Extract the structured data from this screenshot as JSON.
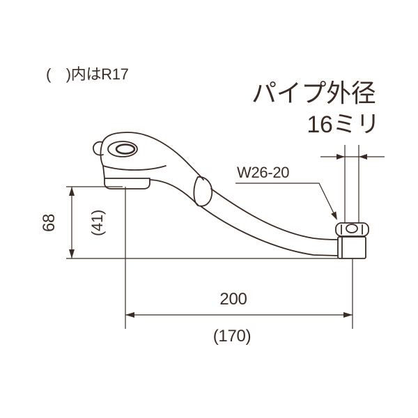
{
  "note": "(　)内はR17",
  "pipe": {
    "label": "パイプ外径",
    "value": "16ミリ"
  },
  "thread_label": "W26-20",
  "dimensions": {
    "height": "68",
    "height_r17": "(41)",
    "length": "200",
    "length_r17": "(170)"
  },
  "colors": {
    "line": "#3a2b24",
    "background": "#ffffff"
  }
}
